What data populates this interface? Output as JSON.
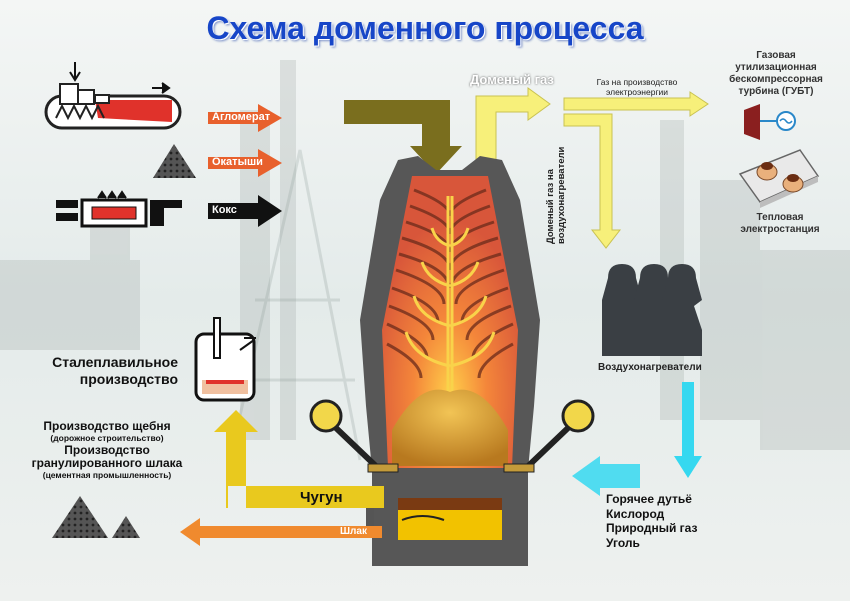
{
  "title": "Схема доменного процесса",
  "inputs": {
    "aglomerat": "Агломерат",
    "okatyshi": "Окатыши",
    "koks": "Кокс"
  },
  "gas": {
    "blast_furnace_gas": "Доменый газ",
    "to_power": "Газ на производство электроэнергии",
    "to_heaters_line1": "Доменый газ на",
    "to_heaters_line2": "воздухонагреватели"
  },
  "turbine": {
    "line1": "Газовая",
    "line2": "утилизационная",
    "line3": "бескомпрессорная",
    "line4": "турбина (ГУБТ)"
  },
  "power_plant": {
    "line1": "Тепловая",
    "line2": "электростанция"
  },
  "air_heaters": "Воздухонагреватели",
  "blast_inputs": [
    "Горячее дутьё",
    "Кислород",
    "Природный газ",
    "Уголь"
  ],
  "steelmaking": {
    "line1": "Сталеплавильное",
    "line2": "производство"
  },
  "slag_uses": {
    "line1": "Производство щебня",
    "line2": "(дорожное строительство)",
    "line3": "Производство",
    "line4": "гранулированного шлака",
    "line5": "(цементная промышленность)"
  },
  "outputs": {
    "iron": "Чугун",
    "slag": "Шлак"
  },
  "colors": {
    "title": "#1746c8",
    "red_arrow": "#e8602c",
    "yellow_arrow": "#f7f07a",
    "olive_arrow": "#7a6e1e",
    "cyan_arrow": "#35d8f0",
    "furnace_shell": "#575757",
    "molten": "#f2c200"
  }
}
